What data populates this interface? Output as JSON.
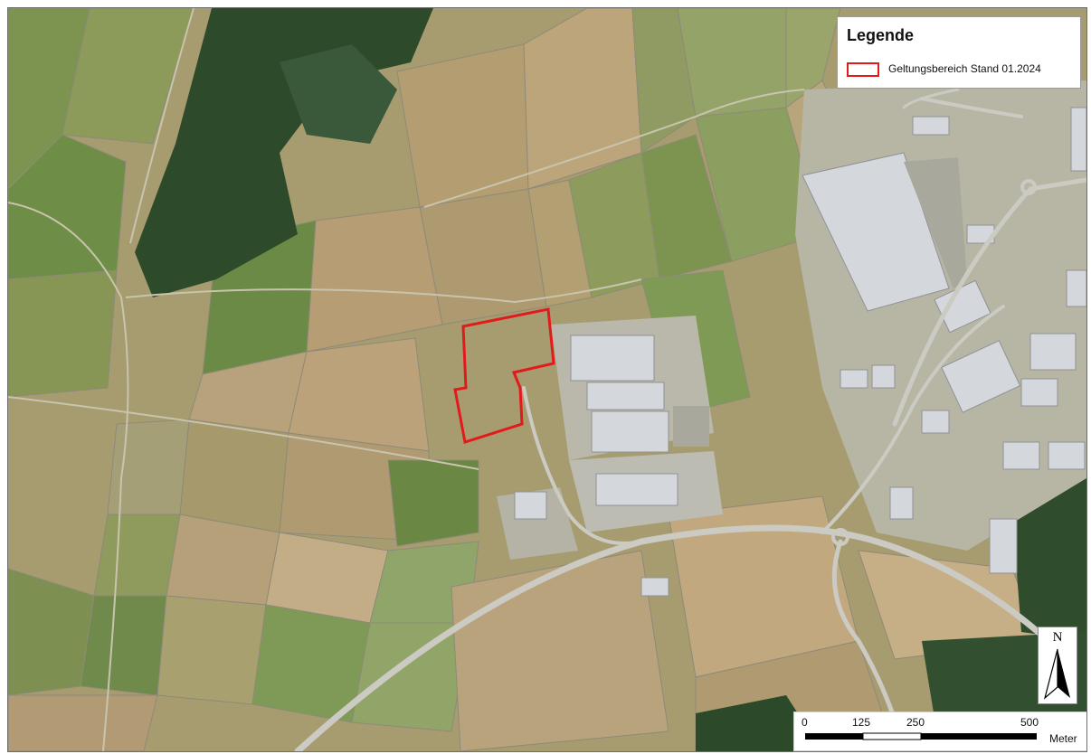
{
  "legend": {
    "title": "Legende",
    "items": [
      {
        "label": "Geltungsbereich Stand 01.2024",
        "color": "#e31a1c"
      }
    ]
  },
  "north_arrow": {
    "letter": "N"
  },
  "scale_bar": {
    "labels": [
      "0",
      "125",
      "250",
      "500"
    ],
    "unit": "Meter"
  },
  "colors": {
    "boundary": "#e31a1c",
    "roads": "#c9c9c4",
    "buildings": "#d3d6da",
    "forest": "#2f4a2c",
    "meadow": "#6f8f45",
    "field": "#b39a6e"
  }
}
